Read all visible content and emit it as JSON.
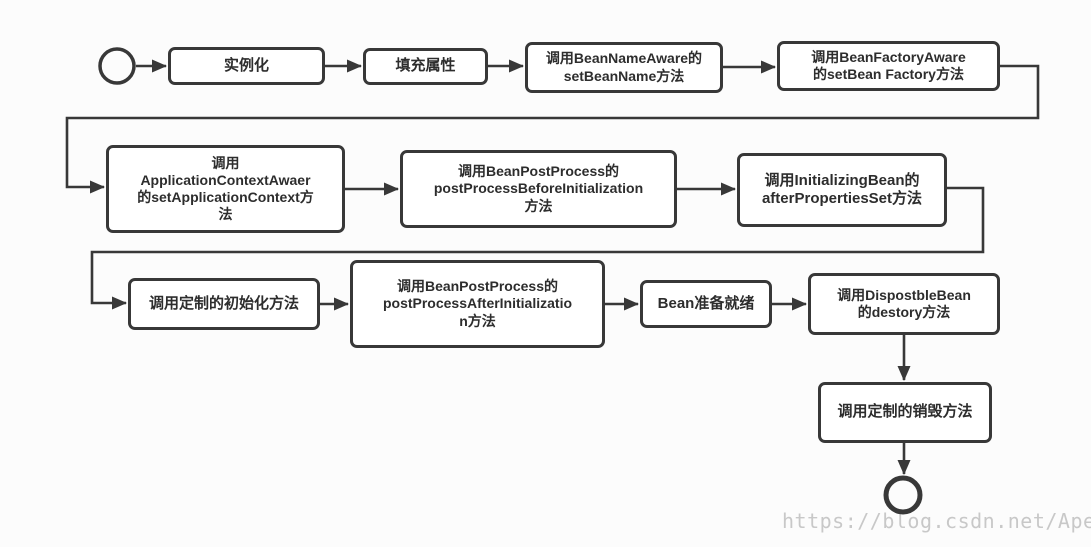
{
  "colors": {
    "background": "#fcfcfc",
    "line": "#383838",
    "box_fill": "#ffffff",
    "text": "#2d2d2d",
    "watermark": "#c8c8c8"
  },
  "nodes": {
    "instantiate": {
      "label": "实例化"
    },
    "populate_properties": {
      "label": "填充属性"
    },
    "bean_name_aware": {
      "label": "调用BeanNameAware的\nsetBeanName方法"
    },
    "bean_factory_aware": {
      "label": "调用BeanFactoryAware\n的setBean Factory方法"
    },
    "application_context_aware": {
      "label": "调用\nApplicationContextAwaer\n的setApplicationContext方\n法"
    },
    "post_process_before_init": {
      "label": "调用BeanPostProcess的\npostProcessBeforeInitialization\n方法"
    },
    "initializing_bean": {
      "label": "调用InitializingBean的\nafterPropertiesSet方法"
    },
    "custom_init": {
      "label": "调用定制的初始化方法"
    },
    "post_process_after_init": {
      "label": "调用BeanPostProcess的\npostProcessAfterInitializatio\nn方法"
    },
    "bean_ready": {
      "label": "Bean准备就绪"
    },
    "disposable_bean": {
      "label": "调用DispostbleBean\n的destory方法"
    },
    "custom_destroy": {
      "label": "调用定制的销毁方法"
    }
  },
  "watermark": {
    "text": "https://blog.csdn.net/Apeopl"
  }
}
